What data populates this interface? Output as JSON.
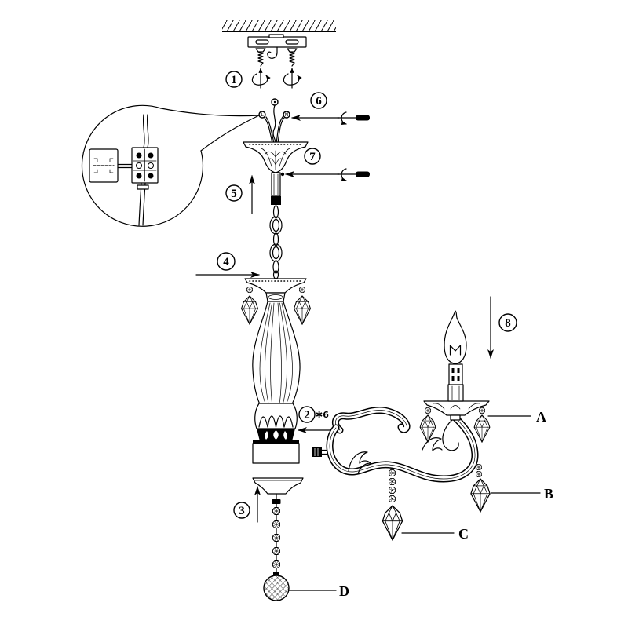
{
  "steps": [
    "1",
    "2",
    "3",
    "4",
    "5",
    "6",
    "7",
    "8"
  ],
  "arm_quantity": "✱6",
  "callouts": {
    "a": "A",
    "b": "B",
    "c": "C",
    "d": "D"
  },
  "terminals": {
    "live": "L",
    "neutral": "N"
  }
}
